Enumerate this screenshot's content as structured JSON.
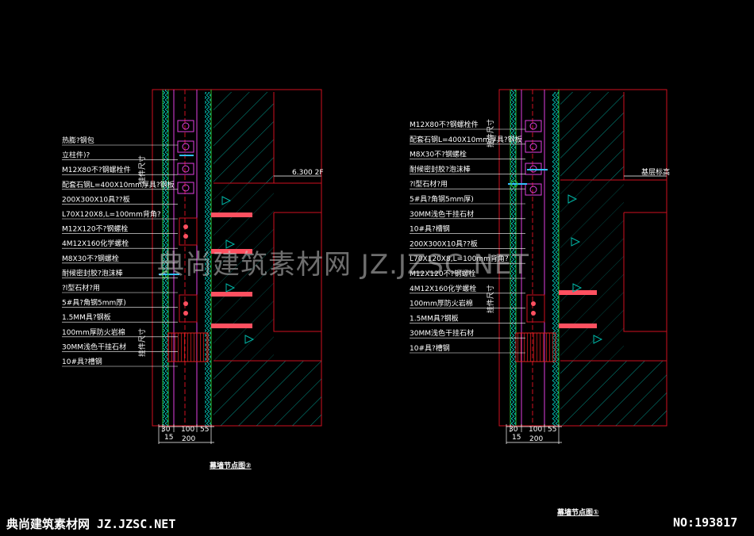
{
  "colors": {
    "background": "#000000",
    "frame": "#d01020",
    "hatch": "#00b8a8",
    "green_line": "#30c030",
    "magenta": "#e040e0",
    "label_text": "#ffffff",
    "bolt": "#ff5060",
    "insulation": "#e02020"
  },
  "left_detail": {
    "title": "幕墙节点图②",
    "labels": [
      "热膨?钢包",
      "立柱件)?",
      "M12X80不?钢螺栓件",
      "配套石钢L=400X10mm厚具?钢板",
      "200X300X10具??板",
      "L70X120X8,L=100mm背角?",
      "M12X120不?钢螺栓",
      "4M12X160化学螺栓",
      "M8X30不?钢螺栓",
      "耐候密封胶?泡沫棒",
      "?l型石材?用",
      "5#具?角钢5mm厚)",
      "1.5MM具?钢板",
      "100mm厚防火岩棉",
      "30MM浅色干挂石材",
      "10#具?槽钢"
    ],
    "level_label": "6.300 2F",
    "dims_top": [
      "30",
      "100",
      "55"
    ],
    "dims_bottom": [
      "15",
      "200"
    ],
    "vertical_note": "挂件尺寸"
  },
  "right_detail": {
    "title": "幕墙节点图①",
    "labels": [
      "M12X80不?钢螺栓件",
      "配套石钢L=400X10mm厚具?钢板",
      "M8X30不?钢螺栓",
      "耐候密封胶?泡沫棒",
      "?l型石材?用",
      "5#具?角钢5mm厚)",
      "30MM浅色干挂石材",
      "10#具?槽钢",
      "200X300X10具??板",
      "L70X120X8,L=100mm背角?",
      "M12X120不?钢螺栓",
      "4M12X160化学螺栓",
      "100mm厚防火岩棉",
      "1.5MM具?钢板",
      "30MM浅色干挂石材",
      "10#具?槽钢"
    ],
    "level_label": "基层标高",
    "dims_top": [
      "30",
      "100",
      "55"
    ],
    "dims_bottom": [
      "15",
      "200"
    ],
    "vertical_note": "挂件尺寸"
  },
  "watermark": "典尚建筑素材网 JZ.JZSC.NET",
  "footer": {
    "site": "典尚建筑素材网 JZ.JZSC.NET",
    "number": "NO:193817"
  }
}
